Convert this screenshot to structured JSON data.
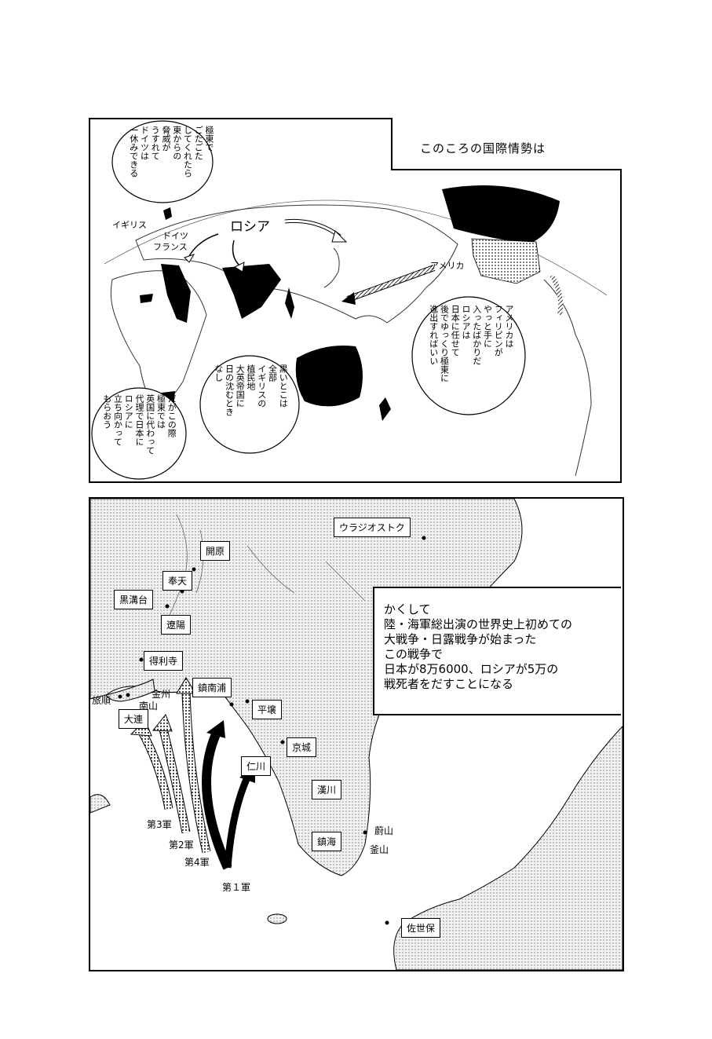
{
  "top_panel": {
    "heading": "このころの国際情勢は",
    "labels": {
      "britain": "イギリス",
      "germany": "ドイツ",
      "france": "フランス",
      "russia": "ロシア",
      "america": "アメリカ"
    },
    "bubbles": {
      "germany": "極東で\nごたごた\nしてくれたら\n東からの\n脅威が\nうすれて\nドイツは\n一休みできる",
      "america": "アメリカは\nフィリピンが\nやっと手に\n入ったばかりだ\nロシアは\n日本に任せて\n後でゆっくり極東に\n進出すればいい",
      "britain_empire": "黒いとこは\n全部\nイギリスの\n植民地\n大英帝国に\n日の沈むとき\nなし",
      "britain_japan": "だがこの際\n極東では\n英国に代わって\n代理で日本に\nロシアに\n立ち向かって\nもらおう"
    }
  },
  "bottom_panel": {
    "narration": [
      "かくして",
      "陸・海軍総出演の世界史上初めての",
      "大戦争・日露戦争が始まった",
      "この戦争で",
      "日本が8万6000、ロシアが5万の",
      "戦死者をだすことになる"
    ],
    "places": {
      "vladivostok": "ウラジオストク",
      "kaigen": "開原",
      "hoten": "奉天",
      "kokukodai": "黒溝台",
      "ryoyo": "遼陽",
      "tokuriji": "得利寺",
      "ryojun": "旅順",
      "kinshu": "金州",
      "nanzan": "南山",
      "dairen": "大連",
      "chinnampo": "鎮南浦",
      "heijo": "平壌",
      "keijo": "京城",
      "jinsen": "仁川",
      "kansen": "漢川",
      "chinkai": "鎮海",
      "urusan": "蔚山",
      "fuzan": "釜山",
      "sasebo": "佐世保"
    },
    "armies": {
      "third": "第3軍",
      "second": "第2軍",
      "fourth": "第4軍",
      "first": "第１軍"
    }
  }
}
